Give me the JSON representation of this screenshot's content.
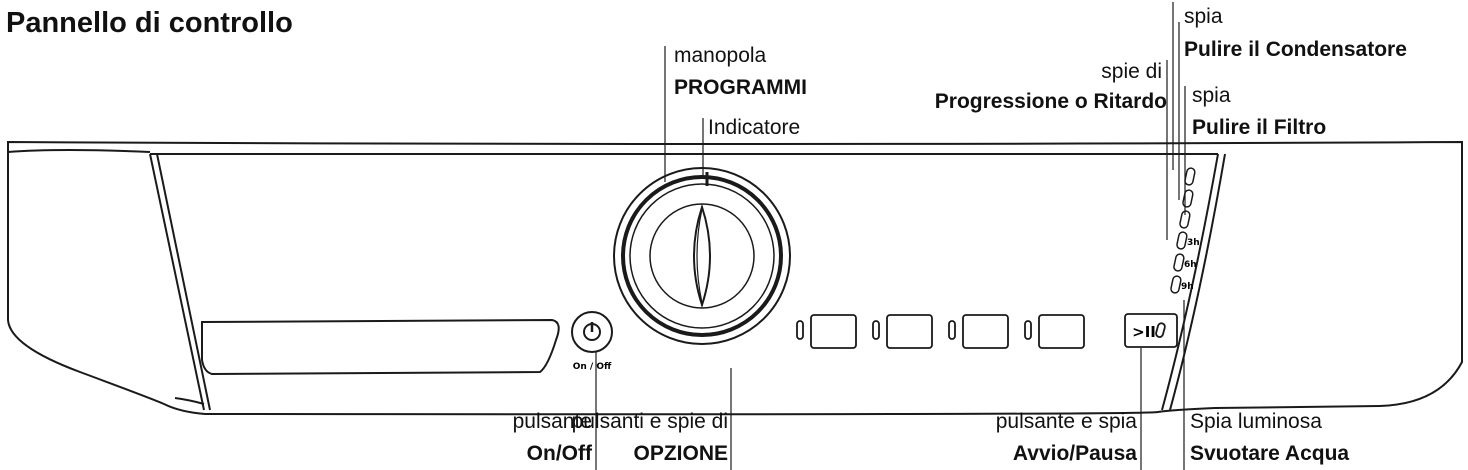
{
  "title": "Pannello di controllo",
  "labels": {
    "programmi_line1": "manopola",
    "programmi_line2": "PROGRAMMI",
    "indicatore": "Indicatore",
    "progressione_line1": "spie di",
    "progressione_line2": "Progressione o Ritardo",
    "condensatore_line1": "spia",
    "condensatore_line2": "Pulire il Condensatore",
    "filtro_line1": "spia",
    "filtro_line2": "Pulire il Filtro",
    "onoff_line1": "pulsante",
    "onoff_line2": "On/Off",
    "opzione_line1": "pulsanti e spie di",
    "opzione_line2": "OPZIONE",
    "avvio_line1": "pulsante e spia",
    "avvio_line2": "Avvio/Pausa",
    "acqua_line1": "Spia luminosa",
    "acqua_line2": "Svuotare Acqua"
  },
  "panel": {
    "onoff_caption": "On / Off",
    "delay_3h": "3h",
    "delay_6h": "6h",
    "delay_9h": "9h",
    "start_symbol": ">II"
  }
}
